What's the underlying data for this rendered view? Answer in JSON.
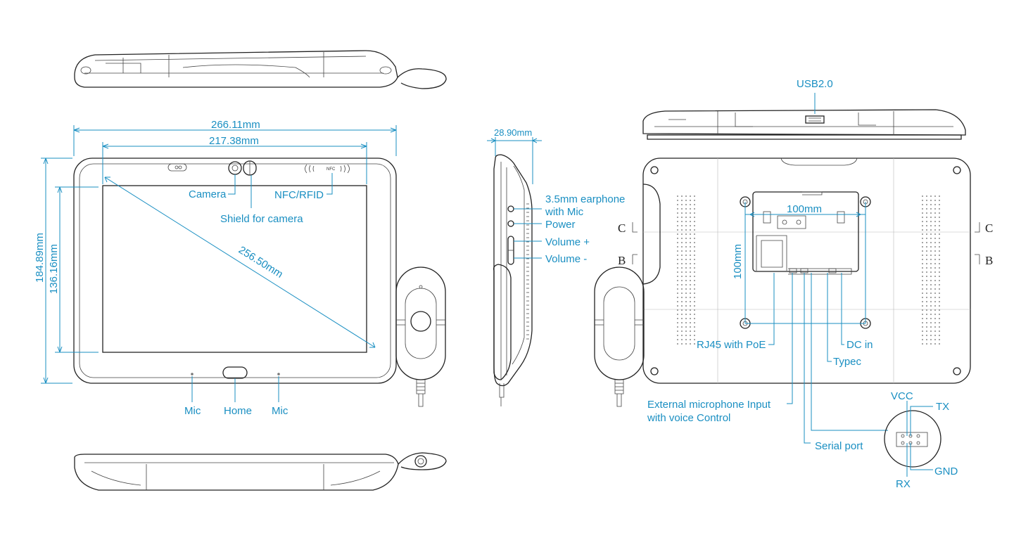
{
  "front_view": {
    "width_label": "266.11mm",
    "display_width_label": "217.38mm",
    "height_label": "184.89mm",
    "display_height_label": "136.16mm",
    "diagonal_label": "256.50mm",
    "nfc_mark": "NFC",
    "callouts": {
      "camera": "Camera",
      "nfc": "NFC/RFID",
      "shield": "Shield for camera",
      "mic_left": "Mic",
      "home": "Home",
      "mic_right": "Mic"
    }
  },
  "side_view": {
    "thickness_label": "28.90mm",
    "callouts": {
      "earphone_line1": "3.5mm earphone",
      "earphone_line2": "with Mic",
      "power": "Power",
      "volume_up": "Volume +",
      "volume_down": "Volume -"
    }
  },
  "rear_view": {
    "usb_label": "USB2.0",
    "vesa_horizontal": "100mm",
    "vesa_vertical": "100mm",
    "section_c_left": "C",
    "section_c_right": "C",
    "section_b_left": "B",
    "section_b_right": "B",
    "callouts": {
      "rj45": "RJ45 with PoE",
      "dc_in": "DC in",
      "typec": "Typec",
      "ext_mic_line1": "External microphone Input",
      "ext_mic_line2": "with voice Control",
      "serial": "Serial port"
    },
    "serial_pins": {
      "vcc": "VCC",
      "tx": "TX",
      "gnd": "GND",
      "rx": "RX"
    }
  },
  "colors": {
    "dimension": "#1a8fc2",
    "outline": "#222222"
  }
}
